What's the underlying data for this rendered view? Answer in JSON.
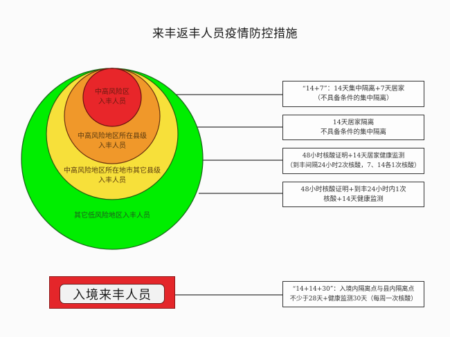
{
  "title": "来丰返丰人员疫情防控措施",
  "colors": {
    "green": "#00ee00",
    "yellow": "#f7e03a",
    "orange": "#f0982a",
    "red": "#e8262a",
    "entry_red": "#e4262a"
  },
  "circles": [
    {
      "level": "low",
      "color": "green",
      "label_lines": [
        "其它低风险地区入丰人员"
      ]
    },
    {
      "level": "city",
      "color": "yellow",
      "label_lines": [
        "中高风险地区所在地市其它县级",
        "入丰人员"
      ]
    },
    {
      "level": "county",
      "color": "orange",
      "label_lines": [
        "中高风险地区所在县级",
        "入丰人员"
      ]
    },
    {
      "level": "high",
      "color": "red",
      "label_lines": [
        "中高风险区",
        "入丰人员"
      ]
    }
  ],
  "measures": [
    {
      "lines": [
        "“14+7”：14天集中隔离+7天居家",
        "（不具备条件的集中隔离）"
      ]
    },
    {
      "lines": [
        "14天居家隔离",
        "不具备条件的集中隔离"
      ]
    },
    {
      "lines": [
        "48小时核酸证明+14天居家健康监测",
        "（到丰间隔24小时2次核酸，7、14各1次核酸）"
      ]
    },
    {
      "lines": [
        "48小时核酸证明+到丰24小时内1次",
        "核酸+14天健康监测"
      ]
    }
  ],
  "entry": {
    "label": "入境来丰人员",
    "measure_lines": [
      "“14+14+30”：入境内隔离点与县内隔离点",
      "不少于28天+健康监测30天（每周一次核酸）"
    ]
  }
}
